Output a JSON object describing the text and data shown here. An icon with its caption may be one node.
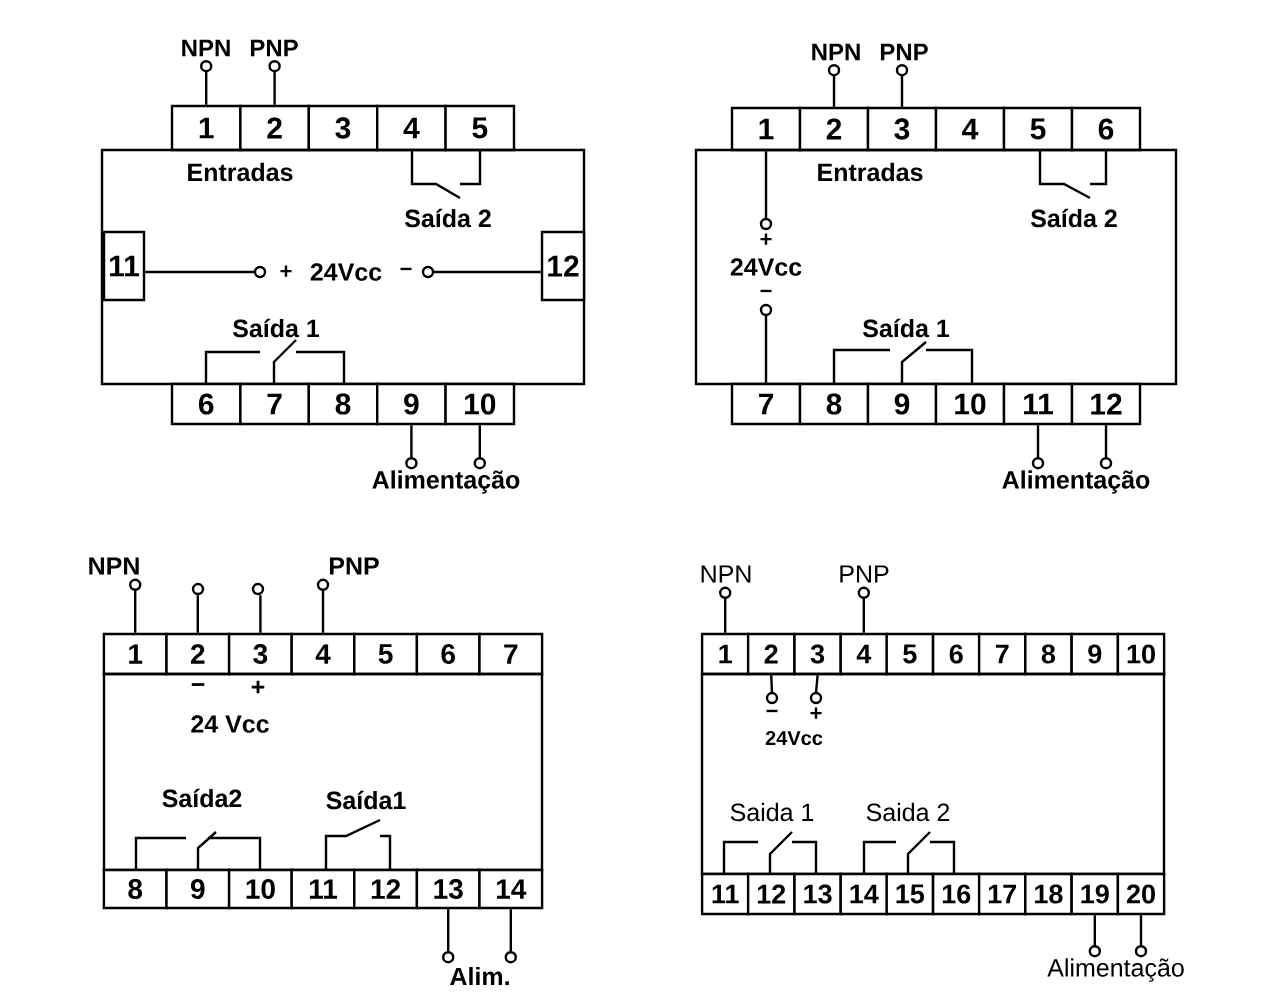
{
  "diagram": {
    "nodes": [
      {
        "text": [
          "NPN"
        ]
      },
      {
        "text": [
          "PNP"
        ]
      },
      {
        "text": [
          "1"
        ]
      },
      {
        "text": [
          "2"
        ]
      },
      {
        "text": [
          "3"
        ]
      },
      {
        "text": [
          "4"
        ]
      },
      {
        "text": [
          "5"
        ]
      },
      {
        "text": [
          "Entradas",
          "Saída 2",
          "Saída 1"
        ]
      },
      {
        "text": [
          "11"
        ],
        "in": 7
      },
      {
        "text": [
          "12"
        ],
        "in": 7
      },
      {
        "text": [
          "+",
          "24Vcc",
          "−"
        ],
        "in": 7
      },
      {
        "text": [
          "6"
        ]
      },
      {
        "text": [
          "7"
        ]
      },
      {
        "text": [
          "8"
        ]
      },
      {
        "text": [
          "9"
        ]
      },
      {
        "text": [
          "10"
        ]
      },
      {
        "text": [
          "Alimentação"
        ]
      },
      {
        "text": [
          "NPN"
        ]
      },
      {
        "text": [
          "PNP"
        ]
      },
      {
        "text": [
          "1"
        ]
      },
      {
        "text": [
          "2"
        ]
      },
      {
        "text": [
          "3"
        ]
      },
      {
        "text": [
          "4"
        ]
      },
      {
        "text": [
          "5"
        ]
      },
      {
        "text": [
          "6"
        ]
      },
      {
        "text": [
          "Entradas",
          "Saída 2",
          "Saída 1"
        ]
      },
      {
        "text": [
          "+",
          "24Vcc",
          "−"
        ],
        "in": 25
      },
      {
        "text": [
          "7"
        ]
      },
      {
        "text": [
          "8"
        ]
      },
      {
        "text": [
          "9"
        ]
      },
      {
        "text": [
          "10"
        ]
      },
      {
        "text": [
          "11"
        ]
      },
      {
        "text": [
          "12"
        ]
      },
      {
        "text": [
          "Alimentação"
        ]
      },
      {
        "text": [
          "NPN"
        ]
      },
      {
        "text": [
          "PNP"
        ]
      },
      {
        "text": [
          "1"
        ]
      },
      {
        "text": [
          "2"
        ]
      },
      {
        "text": [
          "3"
        ]
      },
      {
        "text": [
          "4"
        ]
      },
      {
        "text": [
          "5"
        ]
      },
      {
        "text": [
          "6"
        ]
      },
      {
        "text": [
          "7"
        ]
      },
      {
        "text": [
          "−",
          "+",
          "24 Vcc",
          "Saída2",
          "Saída1"
        ]
      },
      {
        "text": [
          "8"
        ]
      },
      {
        "text": [
          "9"
        ]
      },
      {
        "text": [
          "10"
        ]
      },
      {
        "text": [
          "11"
        ]
      },
      {
        "text": [
          "12"
        ]
      },
      {
        "text": [
          "13"
        ]
      },
      {
        "text": [
          "14"
        ]
      },
      {
        "text": [
          "Alim."
        ]
      },
      {
        "text": [
          "NPN"
        ]
      },
      {
        "text": [
          "PNP"
        ]
      },
      {
        "text": [
          "1"
        ]
      },
      {
        "text": [
          "2"
        ]
      },
      {
        "text": [
          "3"
        ]
      },
      {
        "text": [
          "4"
        ]
      },
      {
        "text": [
          "5"
        ]
      },
      {
        "text": [
          "6"
        ]
      },
      {
        "text": [
          "7"
        ]
      },
      {
        "text": [
          "8"
        ]
      },
      {
        "text": [
          "9"
        ]
      },
      {
        "text": [
          "10"
        ]
      },
      {
        "text": [
          "Saida 1",
          "Saida 2"
        ]
      },
      {
        "text": [
          "−",
          "+",
          "24Vcc"
        ],
        "in": 64
      },
      {
        "text": [
          "11"
        ]
      },
      {
        "text": [
          "12"
        ]
      },
      {
        "text": [
          "13"
        ]
      },
      {
        "text": [
          "14"
        ]
      },
      {
        "text": [
          "15"
        ]
      },
      {
        "text": [
          "16"
        ]
      },
      {
        "text": [
          "17"
        ]
      },
      {
        "text": [
          "18"
        ]
      },
      {
        "text": [
          "19"
        ]
      },
      {
        "text": [
          "20"
        ]
      },
      {
        "text": [
          "Alimentação"
        ]
      },
      {
        "text": [],
        "shape": "circle"
      },
      {
        "text": [],
        "shape": "circle"
      }
    ],
    "edges": [
      {
        "from": 0,
        "to": 2,
        "arrow": "none"
      },
      {
        "from": 1,
        "to": 3,
        "arrow": "none"
      },
      {
        "from": 10,
        "to": 8,
        "arrow": "none"
      },
      {
        "from": 10,
        "to": 9,
        "arrow": "none"
      },
      {
        "from": 16,
        "to": 14,
        "arrow": "none"
      },
      {
        "from": 16,
        "to": 15,
        "arrow": "none"
      },
      {
        "from": 17,
        "to": 20,
        "arrow": "none"
      },
      {
        "from": 18,
        "to": 21,
        "arrow": "none"
      },
      {
        "from": 26,
        "to": 19,
        "arrow": "none"
      },
      {
        "from": 26,
        "to": 27,
        "arrow": "none"
      },
      {
        "from": 33,
        "to": 31,
        "arrow": "none"
      },
      {
        "from": 33,
        "to": 32,
        "arrow": "none"
      },
      {
        "from": 34,
        "to": 36,
        "arrow": "none"
      },
      {
        "from": 35,
        "to": 39,
        "arrow": "none"
      },
      {
        "from": 77,
        "to": 37,
        "arrow": "none"
      },
      {
        "from": 78,
        "to": 38,
        "arrow": "none"
      },
      {
        "from": 51,
        "to": 49,
        "arrow": "none"
      },
      {
        "from": 51,
        "to": 50,
        "arrow": "none"
      },
      {
        "from": 52,
        "to": 54,
        "arrow": "none"
      },
      {
        "from": 53,
        "to": 57,
        "arrow": "none"
      },
      {
        "from": 65,
        "to": 55,
        "arrow": "none"
      },
      {
        "from": 65,
        "to": 56,
        "arrow": "none"
      },
      {
        "from": 76,
        "to": 74,
        "arrow": "none"
      },
      {
        "from": 76,
        "to": 75,
        "arrow": "none"
      }
    ]
  }
}
